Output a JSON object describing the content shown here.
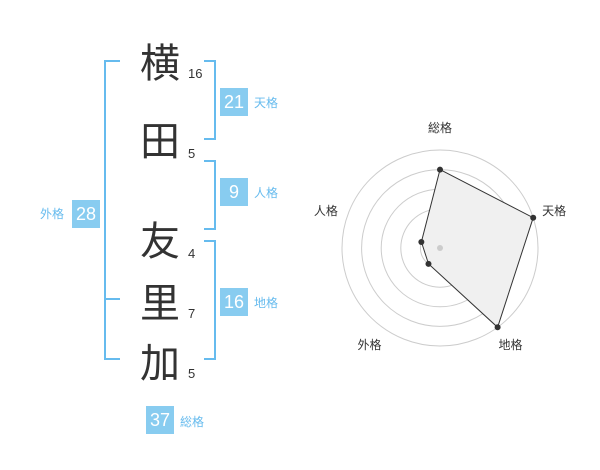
{
  "name": {
    "chars": [
      {
        "char": "横",
        "strokes": "16"
      },
      {
        "char": "田",
        "strokes": "5"
      },
      {
        "char": "友",
        "strokes": "4"
      },
      {
        "char": "里",
        "strokes": "7"
      },
      {
        "char": "加",
        "strokes": "5"
      }
    ]
  },
  "fortune": {
    "tenkaku": {
      "value": "21",
      "label": "天格"
    },
    "jinkaku": {
      "value": "9",
      "label": "人格"
    },
    "chikaku": {
      "value": "16",
      "label": "地格"
    },
    "gaikaku": {
      "value": "28",
      "label": "外格"
    },
    "soukaku": {
      "value": "37",
      "label": "総格"
    }
  },
  "chart_data": {
    "type": "radar",
    "axes": [
      "総格",
      "天格",
      "地格",
      "外格",
      "人格"
    ],
    "values": [
      4,
      5,
      5,
      1,
      1
    ],
    "rmax": 5,
    "rings": 5,
    "colors": {
      "fill": "#f0f0f0",
      "stroke": "#333333",
      "ring": "#cccccc",
      "point": "#333333",
      "center": "#cccccc"
    }
  }
}
